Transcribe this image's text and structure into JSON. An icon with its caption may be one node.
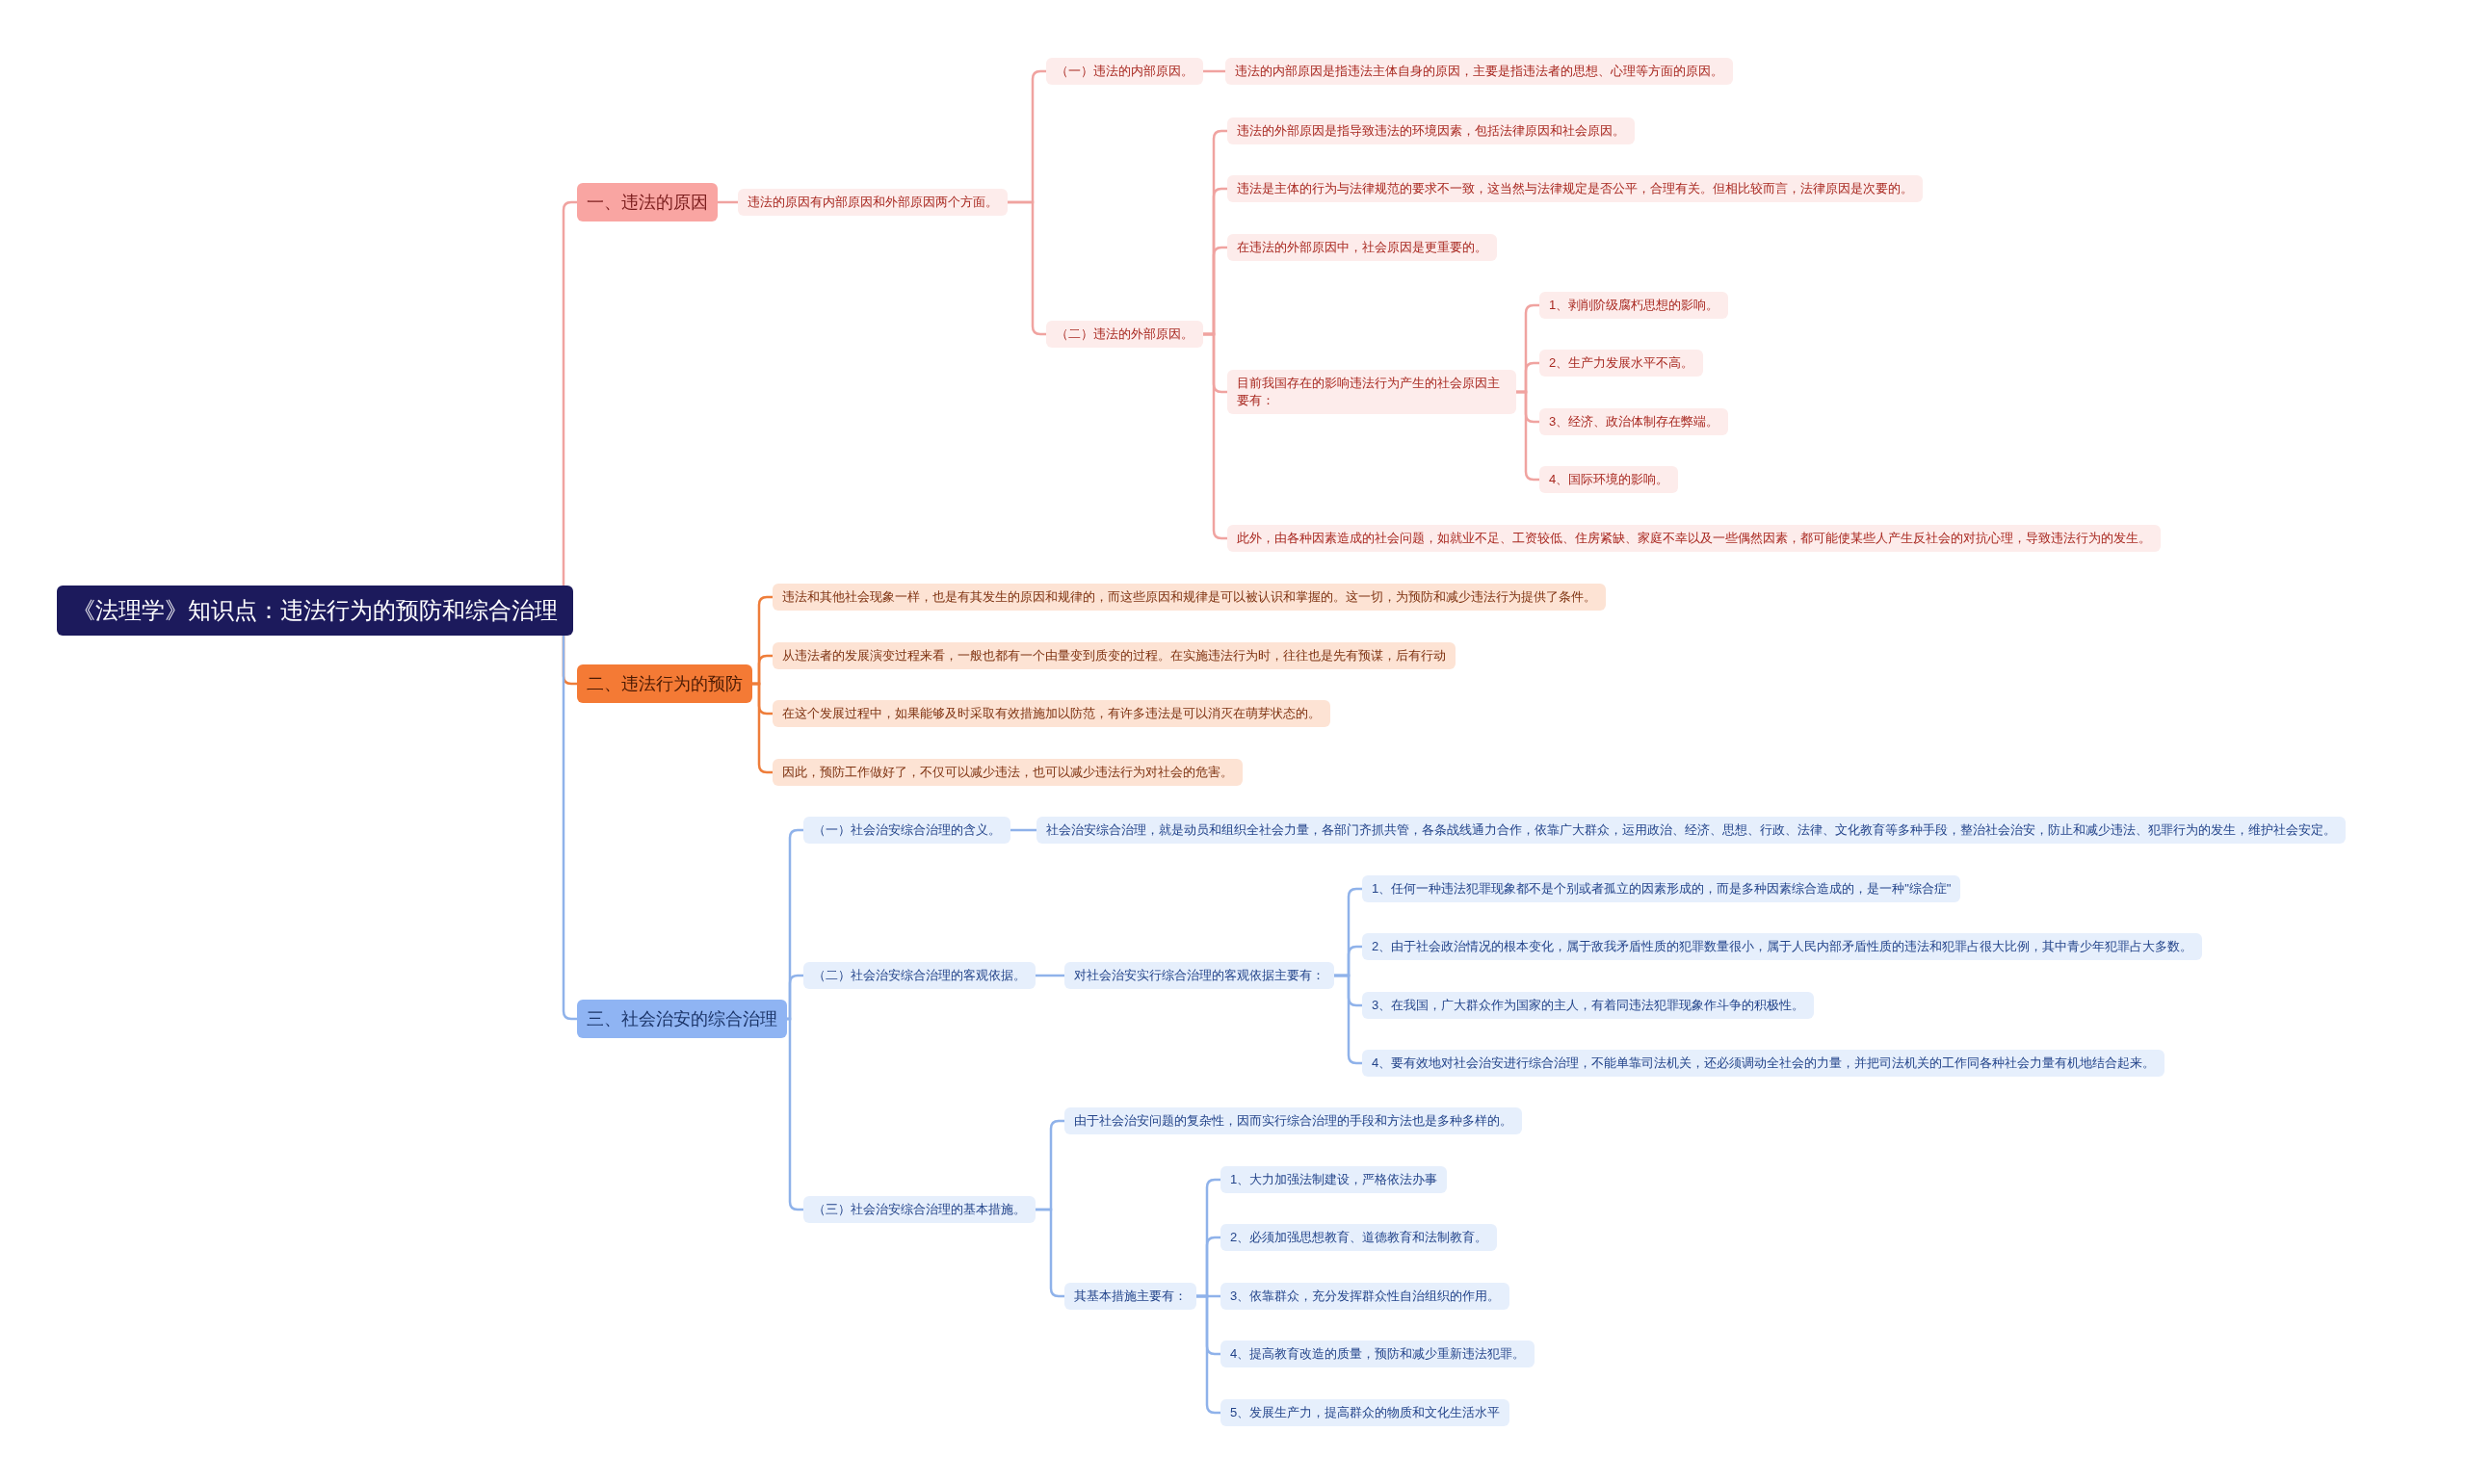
{
  "diagram": {
    "nodes": [
      {
        "text": [
          "《法理学》知识点：违法行为的预防和综合治理"
        ]
      },
      {
        "text": [
          "一、违法的原因"
        ]
      },
      {
        "text": [
          "违法的原因有内部原因和外部原因两个方面。"
        ]
      },
      {
        "text": [
          "（一）违法的内部原因。"
        ]
      },
      {
        "text": [
          "违法的内部原因是指违法主体自身的原因，主要是指违法者的思想、心理等方面的原因。"
        ]
      },
      {
        "text": [
          "（二）违法的外部原因。"
        ]
      },
      {
        "text": [
          "违法的外部原因是指导致违法的环境因素，包括法律原因和社会原因。"
        ]
      },
      {
        "text": [
          "违法是主体的行为与法律规范的要求不一致，这当然与法律规定是否公平，合理有关。但相比较而言，法律原因是次要的。"
        ]
      },
      {
        "text": [
          "在违法的外部原因中，社会原因是更重要的。"
        ]
      },
      {
        "text": [
          "目前我国存在的影响违法行为产生的社会原因主要有："
        ]
      },
      {
        "text": [
          "1、剥削阶级腐朽思想的影响。"
        ]
      },
      {
        "text": [
          "2、生产力发展水平不高。"
        ]
      },
      {
        "text": [
          "3、经济、政治体制存在弊端。"
        ]
      },
      {
        "text": [
          "4、国际环境的影响。"
        ]
      },
      {
        "text": [
          "此外，由各种因素造成的社会问题，如就业不足、工资较低、住房紧缺、家庭不幸以及一些偶然因素，都可能使某些人产生反社会的对抗心理，导致违法行为的发生。"
        ]
      },
      {
        "text": [
          "二、违法行为的预防"
        ]
      },
      {
        "text": [
          "违法和其他社会现象一样，也是有其发生的原因和规律的，而这些原因和规律是可以被认识和掌握的。这一切，为预防和减少违法行为提供了条件。"
        ]
      },
      {
        "text": [
          "从违法者的发展演变过程来看，一般也都有一个由量变到质变的过程。在实施违法行为时，往往也是先有预谋，后有行动"
        ]
      },
      {
        "text": [
          "在这个发展过程中，如果能够及时采取有效措施加以防范，有许多违法是可以消灭在萌芽状态的。"
        ]
      },
      {
        "text": [
          "因此，预防工作做好了，不仅可以减少违法，也可以减少违法行为对社会的危害。"
        ]
      },
      {
        "text": [
          "三、社会治安的综合治理"
        ]
      },
      {
        "text": [
          "（一）社会治安综合治理的含义。"
        ]
      },
      {
        "text": [
          "社会治安综合治理，就是动员和组织全社会力量，各部门齐抓共管，各条战线通力合作，依靠广大群众，运用政治、经济、思想、行政、法律、文化教育等多种手段，整治社会治安，防止和减少违法、犯罪行为的发生，维护社会安定。"
        ]
      },
      {
        "text": [
          "（二）社会治安综合治理的客观依据。"
        ]
      },
      {
        "text": [
          "对社会治安实行综合治理的客观依据主要有："
        ]
      },
      {
        "text": [
          "1、任何一种违法犯罪现象都不是个别或者孤立的因素形成的，而是多种因素综合造成的，是一种\"综合症\""
        ]
      },
      {
        "text": [
          "2、由于社会政治情况的根本变化，属于敌我矛盾性质的犯罪数量很小，属于人民内部矛盾性质的违法和犯罪占很大比例，其中青少年犯罪占大多数。"
        ]
      },
      {
        "text": [
          "3、在我国，广大群众作为国家的主人，有着同违法犯罪现象作斗争的积极性。"
        ]
      },
      {
        "text": [
          "4、要有效地对社会治安进行综合治理，不能单靠司法机关，还必须调动全社会的力量，并把司法机关的工作同各种社会力量有机地结合起来。"
        ]
      },
      {
        "text": [
          "（三）社会治安综合治理的基本措施。"
        ]
      },
      {
        "text": [
          "由于社会治安问题的复杂性，因而实行综合治理的手段和方法也是多种多样的。"
        ]
      },
      {
        "text": [
          "其基本措施主要有："
        ]
      },
      {
        "text": [
          "1、大力加强法制建设，严格依法办事"
        ]
      },
      {
        "text": [
          "2、必须加强思想教育、道德教育和法制教育。"
        ]
      },
      {
        "text": [
          "3、依靠群众，充分发挥群众性自治组织的作用。"
        ]
      },
      {
        "text": [
          "4、提高教育改造的质量，预防和减少重新违法犯罪。"
        ]
      },
      {
        "text": [
          "5、发展生产力，提高群众的物质和文化生活水平"
        ]
      }
    ],
    "edges": [
      {
        "from": 0,
        "to": 1,
        "arrow": "none",
        "color": "#f0a3a0"
      },
      {
        "from": 1,
        "to": 2,
        "arrow": "none",
        "color": "#f0a3a0"
      },
      {
        "from": 2,
        "to": 3,
        "arrow": "none",
        "color": "#f0a3a0"
      },
      {
        "from": 3,
        "to": 4,
        "arrow": "none",
        "color": "#f0a3a0"
      },
      {
        "from": 2,
        "to": 5,
        "arrow": "none",
        "color": "#f0a3a0"
      },
      {
        "from": 5,
        "to": 6,
        "arrow": "none",
        "color": "#f0a3a0"
      },
      {
        "from": 5,
        "to": 7,
        "arrow": "none",
        "color": "#f0a3a0"
      },
      {
        "from": 5,
        "to": 8,
        "arrow": "none",
        "color": "#f0a3a0"
      },
      {
        "from": 5,
        "to": 9,
        "arrow": "none",
        "color": "#f0a3a0"
      },
      {
        "from": 9,
        "to": 10,
        "arrow": "none",
        "color": "#f0a3a0"
      },
      {
        "from": 9,
        "to": 11,
        "arrow": "none",
        "color": "#f0a3a0"
      },
      {
        "from": 9,
        "to": 12,
        "arrow": "none",
        "color": "#f0a3a0"
      },
      {
        "from": 9,
        "to": 13,
        "arrow": "none",
        "color": "#f0a3a0"
      },
      {
        "from": 5,
        "to": 14,
        "arrow": "none",
        "color": "#f0a3a0"
      },
      {
        "from": 0,
        "to": 15,
        "arrow": "none",
        "color": "#ee7d3a"
      },
      {
        "from": 15,
        "to": 16,
        "arrow": "none",
        "color": "#ee7d3a"
      },
      {
        "from": 15,
        "to": 17,
        "arrow": "none",
        "color": "#ee7d3a"
      },
      {
        "from": 15,
        "to": 18,
        "arrow": "none",
        "color": "#ee7d3a"
      },
      {
        "from": 15,
        "to": 19,
        "arrow": "none",
        "color": "#ee7d3a"
      },
      {
        "from": 0,
        "to": 20,
        "arrow": "none"
      },
      {
        "from": 20,
        "to": 21,
        "arrow": "none"
      },
      {
        "from": 21,
        "to": 22,
        "arrow": "none"
      },
      {
        "from": 20,
        "to": 23,
        "arrow": "none"
      },
      {
        "from": 23,
        "to": 24,
        "arrow": "none"
      },
      {
        "from": 24,
        "to": 25,
        "arrow": "none"
      },
      {
        "from": 24,
        "to": 26,
        "arrow": "none"
      },
      {
        "from": 24,
        "to": 27,
        "arrow": "none"
      },
      {
        "from": 24,
        "to": 28,
        "arrow": "none"
      },
      {
        "from": 20,
        "to": 29,
        "arrow": "none"
      },
      {
        "from": 29,
        "to": 30,
        "arrow": "none"
      },
      {
        "from": 29,
        "to": 31,
        "arrow": "none"
      },
      {
        "from": 31,
        "to": 32,
        "arrow": "none"
      },
      {
        "from": 31,
        "to": 33,
        "arrow": "none"
      },
      {
        "from": 31,
        "to": 34,
        "arrow": "none"
      },
      {
        "from": 31,
        "to": 35,
        "arrow": "none"
      },
      {
        "from": 31,
        "to": 36,
        "arrow": "none"
      }
    ]
  }
}
